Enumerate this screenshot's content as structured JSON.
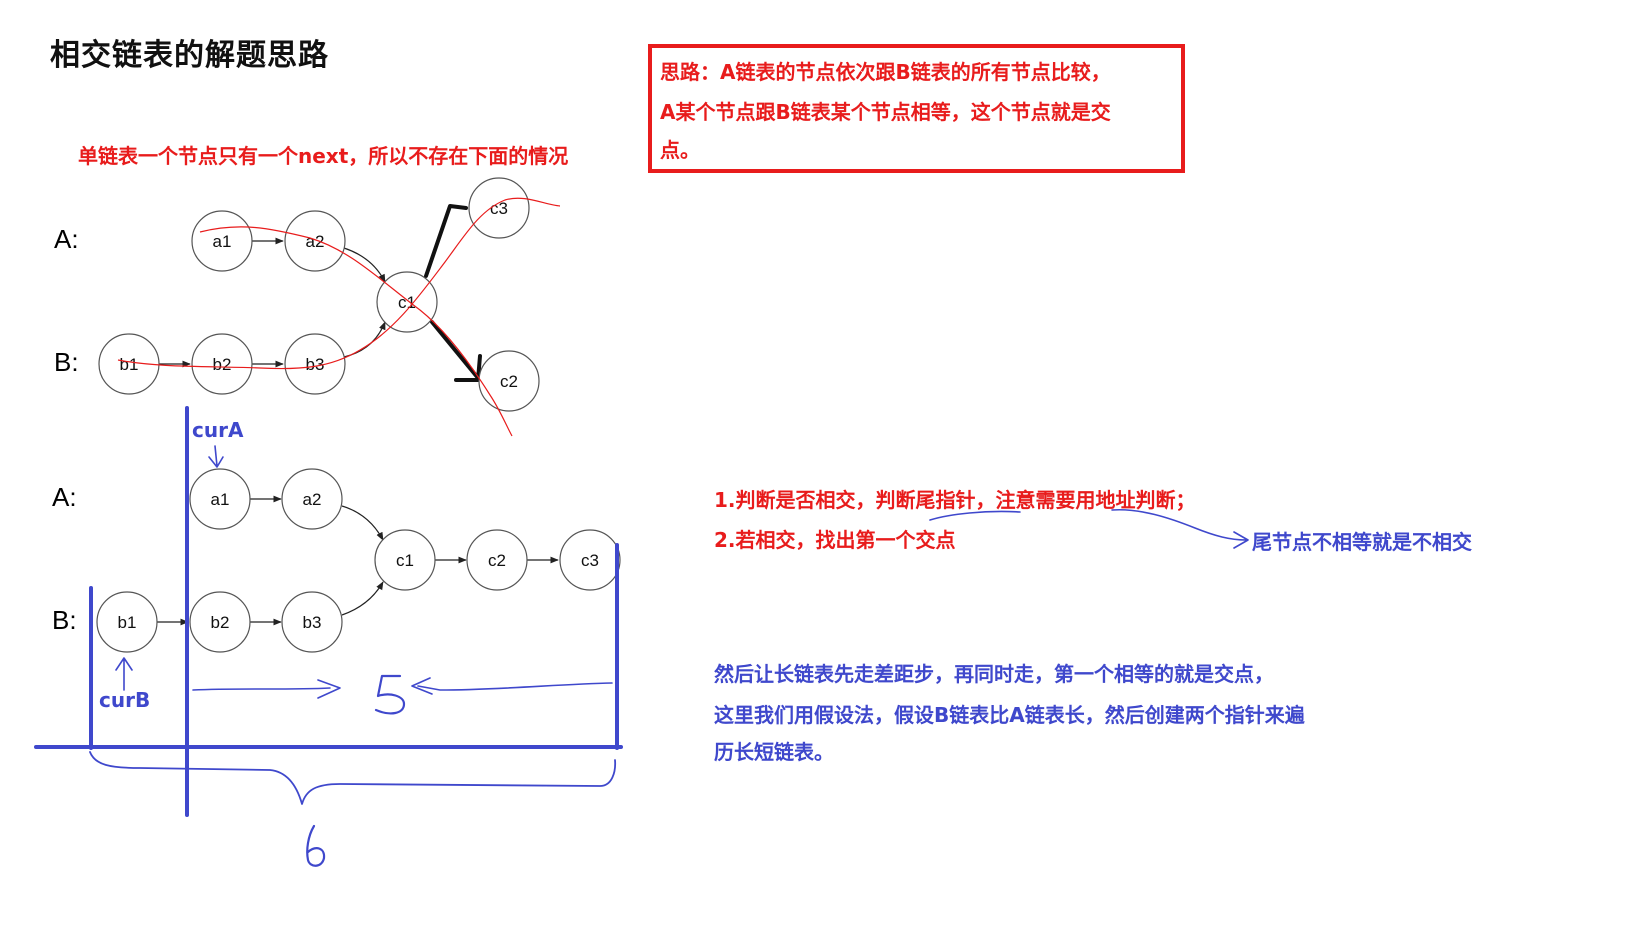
{
  "title": "相交链表的解题思路",
  "idea_box": {
    "lines": [
      "思路：A链表的节点依次跟B链表的所有节点比较，",
      "A某个节点跟B链表某个节点相等，这个节点就是交",
      "点。"
    ]
  },
  "top_diagram": {
    "caption": "单链表一个节点只有一个next，所以不存在下面的情况",
    "row_a_label": "A:",
    "row_b_label": "B:",
    "nodes": [
      "a1",
      "a2",
      "c1",
      "c3",
      "c2",
      "b1",
      "b2",
      "b3"
    ]
  },
  "bottom_diagram": {
    "row_a_label": "A:",
    "row_b_label": "B:",
    "nodes": [
      "a1",
      "a2",
      "c1",
      "c2",
      "c3",
      "b1",
      "b2",
      "b3"
    ],
    "pointer_a": "curA",
    "pointer_b": "curB",
    "handwritten_a_length": "5",
    "handwritten_b_length": "6"
  },
  "steps": [
    "1.判断是否相交，判断尾指针，注意需要用地址判断；",
    "2.若相交，找出第一个交点"
  ],
  "tail_note": "尾节点不相等就是不相交",
  "explanation": [
    "然后让长链表先走差距步，再同时走，第一个相等的就是交点，",
    "这里我们用假设法，假设B链表比A链表长，然后创建两个指针来遍",
    "历长短链表。"
  ],
  "colors": {
    "red": "#e81c1c",
    "blue": "#3f48cc"
  }
}
